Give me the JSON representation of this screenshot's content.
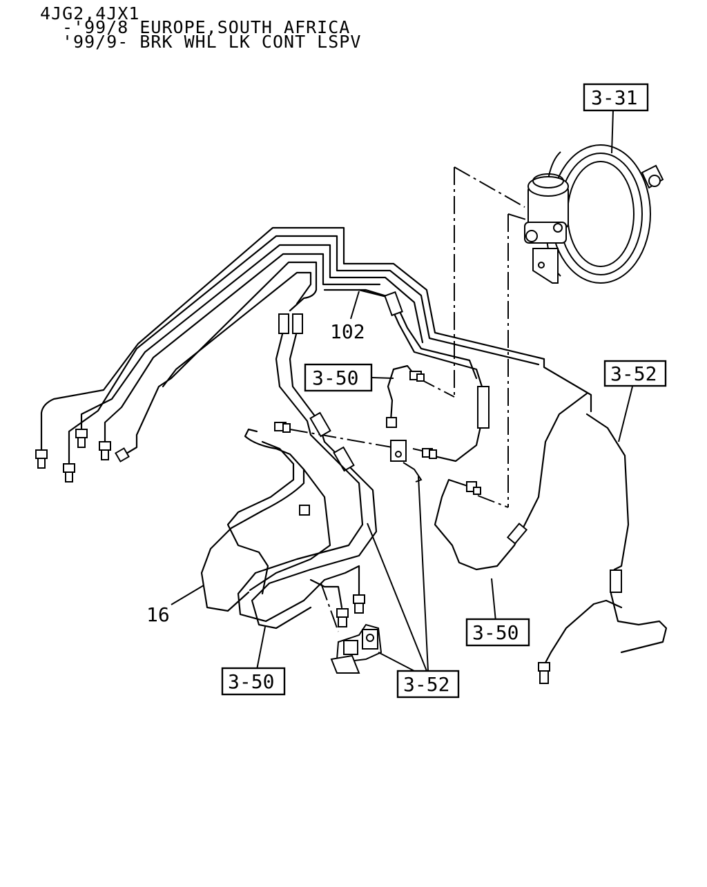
{
  "header": {
    "line1": "4JG2,4JX1",
    "line2": "-'99/8 EUROPE,SOUTH AFRICA",
    "line3": "'99/9- BRK WHL LK CONT LSPV"
  },
  "callouts": {
    "part_102": "102",
    "part_16": "16"
  },
  "references": {
    "booster": "3-31",
    "center_left": "3-50",
    "right_upper": "3-52",
    "right_lower": "3-50",
    "bottom_left": "3-50",
    "bottom_center": "3-52"
  }
}
